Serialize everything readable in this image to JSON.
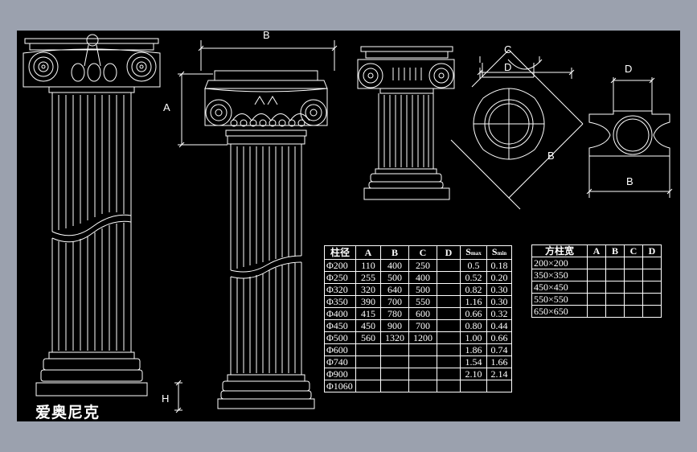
{
  "drawing": {
    "title": "爱奥尼克",
    "dim_labels": {
      "top_width": "B",
      "capital_height": "A",
      "base_height": "H",
      "section_c": "C",
      "section_d": "D",
      "section_b": "B",
      "square_d": "D",
      "square_b": "B"
    }
  },
  "round_table": {
    "headers": [
      "柱径",
      "A",
      "B",
      "C",
      "D",
      "S",
      "S"
    ],
    "header_subs": [
      "",
      "",
      "",
      "",
      "",
      "max",
      "min"
    ],
    "rows": [
      [
        "Φ200",
        "110",
        "400",
        "250",
        "",
        "0.5",
        "0.18"
      ],
      [
        "Φ250",
        "255",
        "500",
        "400",
        "",
        "0.52",
        "0.20"
      ],
      [
        "Φ320",
        "320",
        "640",
        "500",
        "",
        "0.82",
        "0.30"
      ],
      [
        "Φ350",
        "390",
        "700",
        "550",
        "",
        "1.16",
        "0.30"
      ],
      [
        "Φ400",
        "415",
        "780",
        "600",
        "",
        "0.66",
        "0.32"
      ],
      [
        "Φ450",
        "450",
        "900",
        "700",
        "",
        "0.80",
        "0.44"
      ],
      [
        "Φ500",
        "560",
        "1320",
        "1200",
        "",
        "1.00",
        "0.66"
      ],
      [
        "Φ600",
        "",
        "",
        "",
        "",
        "1.86",
        "0.74"
      ],
      [
        "Φ740",
        "",
        "",
        "",
        "",
        "1.54",
        "1.66"
      ],
      [
        "Φ900",
        "",
        "",
        "",
        "",
        "2.10",
        "2.14"
      ],
      [
        "Φ1060",
        "",
        "",
        "",
        "",
        "",
        ""
      ]
    ]
  },
  "square_table": {
    "headers": [
      "方柱宽",
      "A",
      "B",
      "C",
      "D"
    ],
    "rows": [
      [
        "200×200",
        "",
        "",
        "",
        ""
      ],
      [
        "350×350",
        "",
        "",
        "",
        ""
      ],
      [
        "450×450",
        "",
        "",
        "",
        ""
      ],
      [
        "550×550",
        "",
        "",
        "",
        ""
      ],
      [
        "650×650",
        "",
        "",
        "",
        ""
      ]
    ]
  }
}
